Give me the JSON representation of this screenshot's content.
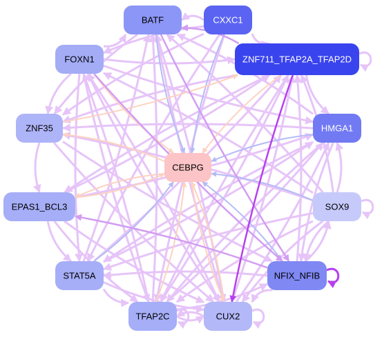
{
  "nodes": [
    {
      "id": "BATF",
      "label": "BATF",
      "color": "#8c96f6",
      "text_color": "#000000"
    },
    {
      "id": "CXXC1",
      "label": "CXXC1",
      "color": "#5b64f2",
      "text_color": "#ffffff"
    },
    {
      "id": "ZNF711",
      "label": "ZNF711_TFAP2A_TFAP2D",
      "color": "#3a44ee",
      "text_color": "#ffffff"
    },
    {
      "id": "FOXN1",
      "label": "FOXN1",
      "color": "#a4acf6",
      "text_color": "#000000"
    },
    {
      "id": "HMGA1",
      "label": "HMGA1",
      "color": "#717af2",
      "text_color": "#ffffff"
    },
    {
      "id": "ZNF35",
      "label": "ZNF35",
      "color": "#aeb4f8",
      "text_color": "#000000"
    },
    {
      "id": "CEBPG",
      "label": "CEBPG",
      "color": "#fcc4c6",
      "text_color": "#000000"
    },
    {
      "id": "EPAS1",
      "label": "EPAS1_BCL3",
      "color": "#a6aef7",
      "text_color": "#000000"
    },
    {
      "id": "SOX9",
      "label": "SOX9",
      "color": "#c6cafb",
      "text_color": "#000000"
    },
    {
      "id": "STAT5A",
      "label": "STAT5A",
      "color": "#a6aef7",
      "text_color": "#000000"
    },
    {
      "id": "NFIX",
      "label": "NFIX_NFIB",
      "color": "#7f88f3",
      "text_color": "#000000"
    },
    {
      "id": "TFAP2C",
      "label": "TFAP2C",
      "color": "#a6aef7",
      "text_color": "#000000"
    },
    {
      "id": "CUX2",
      "label": "CUX2",
      "color": "#b2b8f8",
      "text_color": "#000000"
    }
  ],
  "edge_colors": {
    "light_purple": "#e6c4f8",
    "medium_purple": "#d29cf2",
    "dark_purple": "#b640ee",
    "light_blue": "#b4bcf6",
    "light_orange": "#fcd2c0"
  },
  "edges": [
    {
      "from": "CXXC1",
      "to": "BATF",
      "color": "light_purple"
    },
    {
      "from": "FOXN1",
      "to": "BATF",
      "color": "light_purple"
    },
    {
      "from": "ZNF711",
      "to": "BATF",
      "color": "medium_purple"
    },
    {
      "from": "HMGA1",
      "to": "BATF",
      "color": "light_purple"
    },
    {
      "from": "SOX9",
      "to": "BATF",
      "color": "light_purple"
    },
    {
      "from": "TFAP2C",
      "to": "BATF",
      "color": "light_purple"
    },
    {
      "from": "CUX2",
      "to": "BATF",
      "color": "light_purple"
    },
    {
      "from": "STAT5A",
      "to": "BATF",
      "color": "light_purple"
    },
    {
      "from": "CXXC1",
      "to": "ZNF711",
      "color": "light_purple"
    },
    {
      "from": "CXXC1",
      "to": "FOXN1",
      "color": "light_purple"
    },
    {
      "from": "CXXC1",
      "to": "CEBPG",
      "color": "light_blue"
    },
    {
      "from": "CXXC1",
      "to": "STAT5A",
      "color": "light_purple"
    },
    {
      "from": "CXXC1",
      "to": "TFAP2C",
      "color": "light_purple"
    },
    {
      "from": "CXXC1",
      "to": "ZNF35",
      "color": "light_purple"
    },
    {
      "from": "BATF",
      "to": "NFIX",
      "color": "medium_purple"
    },
    {
      "from": "BATF",
      "to": "CEBPG",
      "color": "light_blue"
    },
    {
      "from": "BATF",
      "to": "CUX2",
      "color": "light_purple"
    },
    {
      "from": "BATF",
      "to": "ZNF35",
      "color": "light_purple"
    },
    {
      "from": "ZNF711",
      "to": "CUX2",
      "color": "dark_purple"
    },
    {
      "from": "ZNF711",
      "to": "ZNF35",
      "color": "light_purple"
    },
    {
      "from": "ZNF711",
      "to": "EPAS1",
      "color": "light_purple"
    },
    {
      "from": "ZNF711",
      "to": "TFAP2C",
      "color": "light_purple"
    },
    {
      "from": "ZNF711",
      "to": "CEBPG",
      "color": "light_orange"
    },
    {
      "from": "ZNF711",
      "to": "HMGA1",
      "color": "light_purple"
    },
    {
      "from": "FOXN1",
      "to": "ZNF711",
      "color": "light_purple"
    },
    {
      "from": "FOXN1",
      "to": "HMGA1",
      "color": "light_purple"
    },
    {
      "from": "FOXN1",
      "to": "CUX2",
      "color": "light_purple"
    },
    {
      "from": "FOXN1",
      "to": "STAT5A",
      "color": "light_purple"
    },
    {
      "from": "FOXN1",
      "to": "TFAP2C",
      "color": "light_purple"
    },
    {
      "from": "FOXN1",
      "to": "ZNF35",
      "color": "light_purple"
    },
    {
      "from": "FOXN1",
      "to": "CEBPG",
      "color": "light_orange"
    },
    {
      "from": "FOXN1",
      "to": "NFIX",
      "color": "medium_purple"
    },
    {
      "from": "HMGA1",
      "to": "ZNF35",
      "color": "light_purple"
    },
    {
      "from": "HMGA1",
      "to": "CEBPG",
      "color": "light_blue"
    },
    {
      "from": "HMGA1",
      "to": "STAT5A",
      "color": "light_purple"
    },
    {
      "from": "HMGA1",
      "to": "TFAP2C",
      "color": "light_purple"
    },
    {
      "from": "HMGA1",
      "to": "NFIX",
      "color": "light_purple"
    },
    {
      "from": "ZNF35",
      "to": "EPAS1",
      "color": "light_purple"
    },
    {
      "from": "ZNF35",
      "to": "ZNF711",
      "color": "light_orange"
    },
    {
      "from": "ZNF35",
      "to": "CUX2",
      "color": "light_purple"
    },
    {
      "from": "ZNF35",
      "to": "NFIX",
      "color": "light_purple"
    },
    {
      "from": "SOX9",
      "to": "CEBPG",
      "color": "light_blue"
    },
    {
      "from": "SOX9",
      "to": "HMGA1",
      "color": "light_purple"
    },
    {
      "from": "SOX9",
      "to": "ZNF711",
      "color": "light_purple"
    },
    {
      "from": "SOX9",
      "to": "NFIX",
      "color": "light_purple"
    },
    {
      "from": "SOX9",
      "to": "CUX2",
      "color": "light_purple"
    },
    {
      "from": "SOX9",
      "to": "TFAP2C",
      "color": "light_purple"
    },
    {
      "from": "SOX9",
      "to": "STAT5A",
      "color": "light_purple"
    },
    {
      "from": "SOX9",
      "to": "ZNF35",
      "color": "light_purple"
    },
    {
      "from": "SOX9",
      "to": "FOXN1",
      "color": "light_purple"
    },
    {
      "from": "NFIX",
      "to": "CEBPG",
      "color": "light_blue"
    },
    {
      "from": "NFIX",
      "to": "EPAS1",
      "color": "medium_purple"
    },
    {
      "from": "NFIX",
      "to": "CUX2",
      "color": "light_purple"
    },
    {
      "from": "NFIX",
      "to": "STAT5A",
      "color": "light_purple"
    },
    {
      "from": "NFIX",
      "to": "ZNF711",
      "color": "light_purple"
    },
    {
      "from": "NFIX",
      "to": "SOX9",
      "color": "light_purple"
    },
    {
      "from": "CUX2",
      "to": "CEBPG",
      "color": "light_orange"
    },
    {
      "from": "CUX2",
      "to": "TFAP2C",
      "color": "light_purple"
    },
    {
      "from": "CUX2",
      "to": "FOXN1",
      "color": "light_purple"
    },
    {
      "from": "CUX2",
      "to": "ZNF711",
      "color": "light_purple"
    },
    {
      "from": "CUX2",
      "to": "HMGA1",
      "color": "light_purple"
    },
    {
      "from": "TFAP2C",
      "to": "CEBPG",
      "color": "light_orange"
    },
    {
      "from": "TFAP2C",
      "to": "CUX2",
      "color": "light_purple"
    },
    {
      "from": "TFAP2C",
      "to": "ZNF711",
      "color": "light_purple"
    },
    {
      "from": "TFAP2C",
      "to": "HMGA1",
      "color": "light_purple"
    },
    {
      "from": "TFAP2C",
      "to": "FOXN1",
      "color": "light_purple"
    },
    {
      "from": "TFAP2C",
      "to": "NFIX",
      "color": "light_purple"
    },
    {
      "from": "STAT5A",
      "to": "CEBPG",
      "color": "light_blue"
    },
    {
      "from": "STAT5A",
      "to": "TFAP2C",
      "color": "light_purple"
    },
    {
      "from": "STAT5A",
      "to": "CUX2",
      "color": "light_purple"
    },
    {
      "from": "STAT5A",
      "to": "ZNF711",
      "color": "light_purple"
    },
    {
      "from": "STAT5A",
      "to": "HMGA1",
      "color": "light_purple"
    },
    {
      "from": "EPAS1",
      "to": "CEBPG",
      "color": "light_orange"
    },
    {
      "from": "EPAS1",
      "to": "STAT5A",
      "color": "light_purple"
    },
    {
      "from": "EPAS1",
      "to": "TFAP2C",
      "color": "light_purple"
    },
    {
      "from": "EPAS1",
      "to": "CUX2",
      "color": "light_purple"
    },
    {
      "from": "EPAS1",
      "to": "HMGA1",
      "color": "light_purple"
    },
    {
      "from": "EPAS1",
      "to": "ZNF711",
      "color": "light_purple"
    },
    {
      "from": "CEBPG",
      "to": "EPAS1",
      "color": "light_orange"
    },
    {
      "from": "CEBPG",
      "to": "ZNF35",
      "color": "light_orange"
    },
    {
      "from": "CEBPG",
      "to": "CUX2",
      "color": "light_orange"
    }
  ],
  "self_loops": [
    "ZNF711",
    "SOX9",
    "NFIX",
    "TFAP2C",
    "CUX2"
  ]
}
